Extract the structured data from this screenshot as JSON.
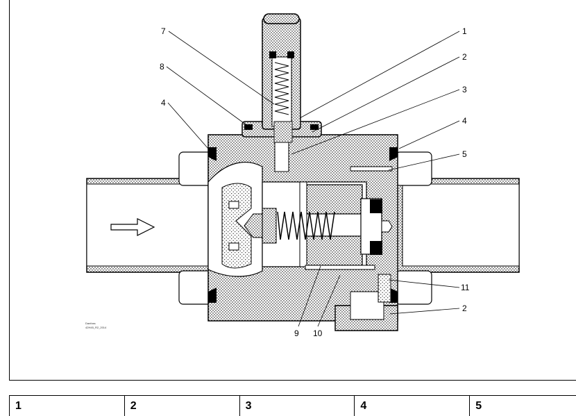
{
  "callouts": [
    {
      "id": "c1",
      "label": "1"
    },
    {
      "id": "c2a",
      "label": "2"
    },
    {
      "id": "c3",
      "label": "3"
    },
    {
      "id": "c4r",
      "label": "4"
    },
    {
      "id": "c5",
      "label": "5"
    },
    {
      "id": "c7",
      "label": "7"
    },
    {
      "id": "c8",
      "label": "8"
    },
    {
      "id": "c4l",
      "label": "4"
    },
    {
      "id": "c11",
      "label": "11"
    },
    {
      "id": "c2b",
      "label": "2"
    },
    {
      "id": "c9",
      "label": "9"
    },
    {
      "id": "c10",
      "label": "10"
    }
  ],
  "credit": {
    "line1": "Danfoss",
    "line2": "42H45_R2_2014"
  },
  "legend": [
    "1",
    "2",
    "3",
    "4",
    "5"
  ],
  "colors": {
    "ink": "#000000",
    "background": "#ffffff"
  }
}
